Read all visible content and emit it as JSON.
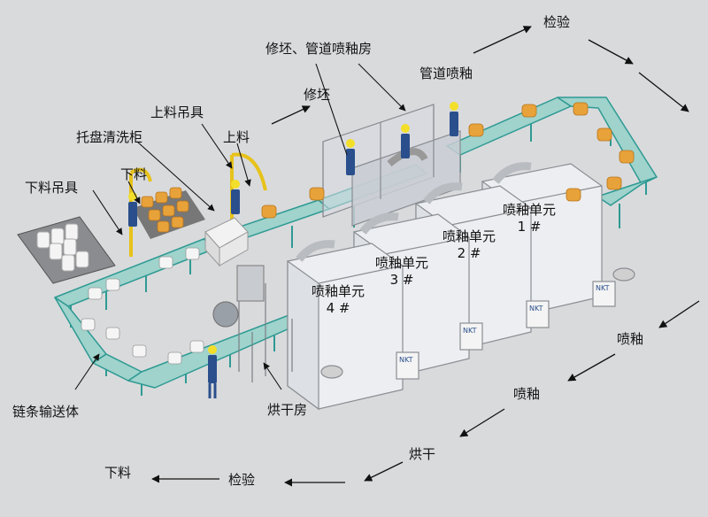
{
  "labels": {
    "inspect_top": "检验",
    "trim_pipe_room": "修坯、管道喷釉房",
    "pipe_glaze": "管道喷釉",
    "trim": "修坯",
    "load_hoist": "上料吊具",
    "load": "上料",
    "tray_wash": "托盘清洗柜",
    "unload_top": "下料",
    "unload_hoist": "下料吊具",
    "chain_conveyor": "链条输送体",
    "dry_room": "烘干房",
    "glaze_right": "喷釉",
    "glaze_mid": "喷釉",
    "dry": "烘干",
    "inspect_bottom": "检验",
    "unload_bottom": "下料"
  },
  "units": [
    {
      "name": "喷釉单元",
      "num": "1 #"
    },
    {
      "name": "喷釉单元",
      "num": "2 #"
    },
    {
      "name": "喷釉单元",
      "num": "3 #"
    },
    {
      "name": "喷釉单元",
      "num": "4 #"
    }
  ],
  "booth_tag": "NKT",
  "colors": {
    "background": "#d9dadc",
    "conveyor_top": "#9fd3cc",
    "conveyor_leg": "#2e9a93",
    "booth": "#e9ebee",
    "product": "#e8a23a",
    "worker": "#2a4f8c",
    "helmet": "#f3df2a"
  }
}
